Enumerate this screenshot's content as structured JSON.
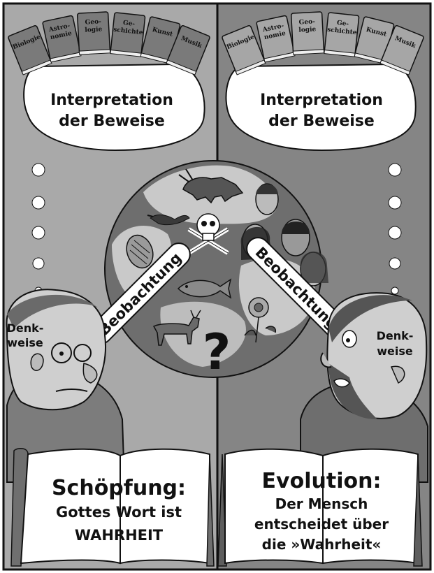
{
  "left_panel": {
    "books": [
      "Biologie",
      "Astro-|nomie",
      "Geo-|logie",
      "Ge-|schichte",
      "Kunst",
      "Musik"
    ],
    "bubble_text": [
      "Interpretation",
      "der Beweise"
    ],
    "mindset_label": [
      "Denk-",
      "weise"
    ],
    "observation_label": "Beobachtung",
    "book_title": "Schöpfung:",
    "book_lines": [
      "Gottes Wort ist",
      "WAHRHEIT"
    ]
  },
  "right_panel": {
    "books": [
      "Biologie",
      "Astro-|nomie",
      "Geo-|logie",
      "Ge-|schichte",
      "Kunst",
      "Musik"
    ],
    "bubble_text": [
      "Interpretation",
      "der Beweise"
    ],
    "mindset_label": [
      "Denk-",
      "weise"
    ],
    "observation_label": "Beobachtung",
    "book_title": "Evolution:",
    "book_lines": [
      "Der Mensch",
      "entscheidet über",
      "die »Wahrheit«"
    ]
  },
  "globe": {
    "question_mark": "?",
    "icons": [
      "triceratops-icon",
      "goose-icon",
      "skull-crossbones-icon",
      "trilobite-icon",
      "fish-icon",
      "deer-icon",
      "flower-icon",
      "human-faces-icon"
    ]
  },
  "colors": {
    "left_bg": "#a9a9a9",
    "right_bg": "#858585",
    "globe_ocean": "#6e6e6e",
    "globe_land": "#c9c9c9",
    "bubble": "#ffffff",
    "book_left": "#7a7a7a",
    "book_right": "#a6a6a6"
  }
}
